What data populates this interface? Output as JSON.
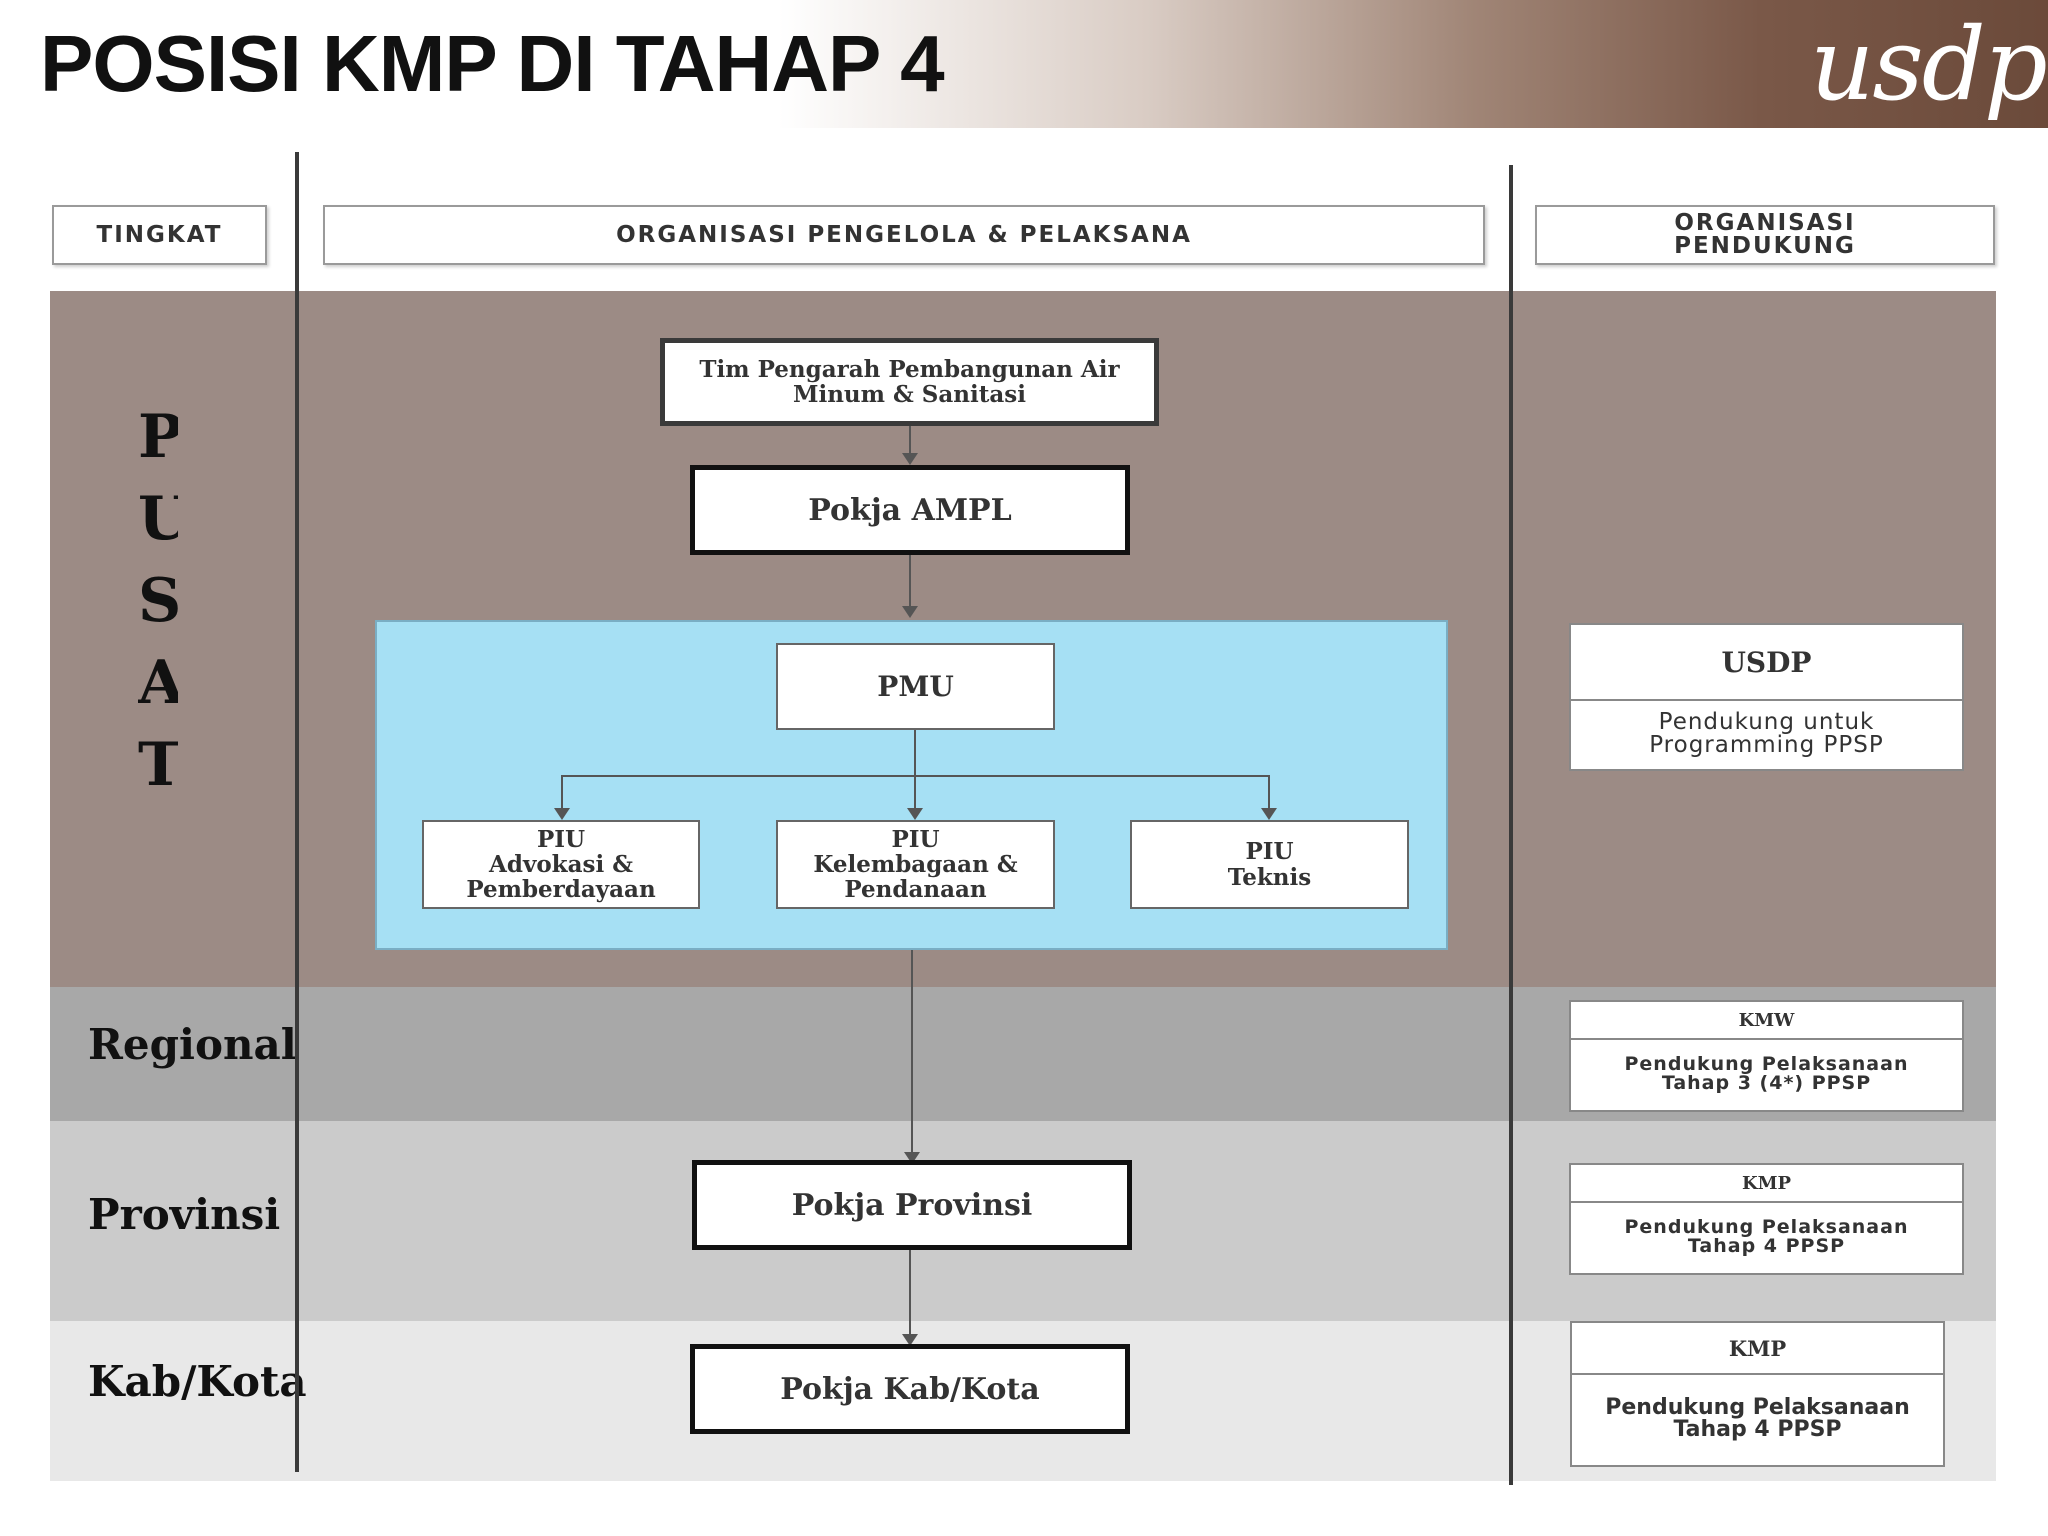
{
  "header": {
    "title": "POSISI KMP DI TAHAP 4",
    "logo": "usdp"
  },
  "columns": {
    "tingkat": "TINGKAT",
    "organisasi": "ORGANISASI PENGELOLA & PELAKSANA",
    "pendukung_line1": "ORGANISASI",
    "pendukung_line2": "PENDUKUNG"
  },
  "levels": {
    "pusat": [
      "P",
      "U",
      "S",
      "A",
      "T"
    ],
    "regional": "Regional",
    "provinsi": "Provinsi",
    "kab_kota": "Kab/Kota"
  },
  "org": {
    "tim_line1": "Tim Pengarah Pembangunan Air",
    "tim_line2": "Minum & Sanitasi",
    "pokja_ampl": "Pokja AMPL",
    "pmu": "PMU",
    "piu1": [
      "PIU",
      "Advokasi &",
      "Pemberdayaan"
    ],
    "piu2": [
      "PIU",
      "Kelembagaan &",
      "Pendanaan"
    ],
    "piu3": [
      "PIU",
      "Teknis"
    ],
    "pokja_provinsi": "Pokja Provinsi",
    "pokja_kab": "Pokja Kab/Kota"
  },
  "support": {
    "usdp": {
      "title": "USDP",
      "line1": "Pendukung untuk",
      "line2": "Programming PPSP"
    },
    "kmw": {
      "title": "KMW",
      "line1": "Pendukung Pelaksanaan",
      "line2": "Tahap 3 (4*) PPSP"
    },
    "kmp_prov": {
      "title": "KMP",
      "line1": "Pendukung Pelaksanaan",
      "line2": "Tahap 4 PPSP"
    },
    "kmp_kab": {
      "title": "KMP",
      "line1": "Pendukung Pelaksanaan",
      "line2": "Tahap 4 PPSP"
    }
  },
  "colors": {
    "pusat_band": "#9c8b85",
    "regional_band": "#a8a8a8",
    "provinsi_band": "#cbcbcb",
    "kab_band": "#e8e8e8",
    "pmu_area": "#a6e0f4"
  }
}
